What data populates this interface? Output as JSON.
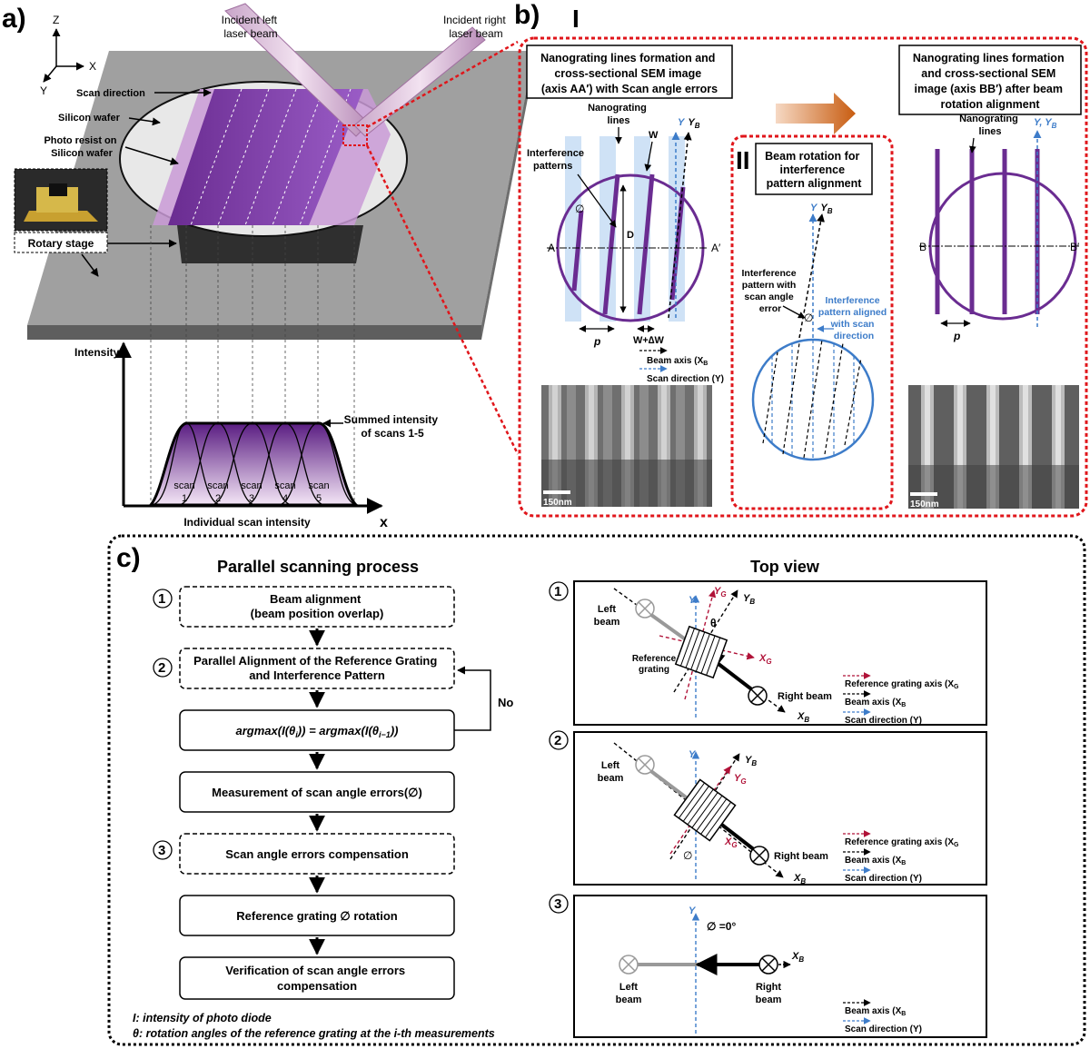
{
  "panel_a": {
    "label": "a)",
    "axis_z": "Z",
    "axis_x": "X",
    "axis_y": "Y",
    "beam_left": [
      "Incident left",
      "laser beam"
    ],
    "beam_right": [
      "Incident right",
      "laser beam"
    ],
    "scan_direction": "Scan direction",
    "silicon_wafer": "Silicon wafer",
    "photo_resist": [
      "Photo resist on",
      "Silicon wafer"
    ],
    "rotary_stage": "Rotary stage",
    "intensity_axis": "Intensity",
    "x_axis": "x",
    "summed_intensity": [
      "Summed intensity",
      "of scans 1-5"
    ],
    "scans": [
      "scan",
      "scan",
      "scan",
      "scan",
      "scan"
    ],
    "scan_nums": [
      "1",
      "2",
      "3",
      "4",
      "5"
    ],
    "individual_intensity": "Individual scan intensity"
  },
  "panel_b": {
    "label": "b)",
    "roman_one": "I",
    "roman_two": "II",
    "title_left": [
      "Nanograting lines formation and",
      "cross-sectional SEM image",
      "(axis AA′) with Scan angle errors"
    ],
    "title_right": [
      "Nanograting lines formation",
      "and cross-sectional SEM",
      "image (axis BB′) after beam",
      "rotation alignment"
    ],
    "beam_rotation": [
      "Beam rotation for",
      "interference",
      "pattern alignment"
    ],
    "nanograting_lines": [
      "Nanograting",
      "lines"
    ],
    "interference_patterns": [
      "Interference",
      "patterns"
    ],
    "w": "W",
    "y_yb": [
      "Y",
      "Y",
      "B"
    ],
    "d": "D",
    "phi": "∅",
    "a_left": "A",
    "a_right": "A′",
    "b_left": "B",
    "b_right": "B′",
    "p": "p",
    "w_dw": "W+∆W",
    "legend_beam_axis": "Beam axis (X",
    "legend_beam_axis_tail": "B",
    "legend_scan_dir": "Scan direction (Y)",
    "ip_scan_error": [
      "Interference",
      "pattern with",
      "scan angle",
      "error"
    ],
    "ip_aligned": [
      "Interference",
      "pattern aligned",
      "with scan",
      "direction"
    ],
    "scale_bar": "150nm",
    "y_yb_right": "Y, Y"
  },
  "panel_c": {
    "label": "c)",
    "title_process": "Parallel scanning process",
    "title_top": "Top view",
    "steps": [
      {
        "num": "1",
        "text": [
          "Beam alignment",
          "(beam position overlap)"
        ]
      },
      {
        "num": "2",
        "text": [
          "Parallel Alignment of the Reference Grating",
          "and Interference Pattern"
        ]
      },
      {
        "num": "",
        "text": [
          "argmax(I(θ",
          ")) = argmax(I(θ",
          "))"
        ]
      },
      {
        "num": "",
        "text": [
          "Measurement of scan angle errors(∅)"
        ]
      },
      {
        "num": "3",
        "text": [
          "Scan angle errors compensation"
        ]
      },
      {
        "num": "",
        "text": [
          "Reference grating ∅ rotation"
        ]
      },
      {
        "num": "",
        "text": [
          "Verification of scan angle errors",
          "compensation"
        ]
      }
    ],
    "no_label": "No",
    "footnote_1": "I: intensity of photo diode",
    "footnote_2": "θ: rotation angles of the reference grating at the i-th measurements",
    "left_beam": [
      "Left",
      "beam"
    ],
    "right_beam": "Right beam",
    "right_beam_2": [
      "Right",
      "beam"
    ],
    "reference_grating": [
      "Reference",
      "grating"
    ],
    "theta": "θ",
    "phi_zero": "∅ =0°",
    "legend_ref": "Reference grating axis (X",
    "legend_beam": "Beam axis (X",
    "legend_scan": "Scan direction (Y)",
    "axis_y": "Y",
    "axis_yg": "Y",
    "axis_xg": "X",
    "axis_yb": "Y",
    "axis_xb": "X",
    "sub_g": "G",
    "sub_b": "B"
  },
  "colors": {
    "purple": "#7b3fa6",
    "dark_purple": "#6a2c91",
    "red_dotted": "#e0161b",
    "blue_axis": "#3d7cc9",
    "dark_red": "#b01238",
    "orange_arrow": "#d2691e",
    "gray_plate": "#8a8a8a"
  }
}
